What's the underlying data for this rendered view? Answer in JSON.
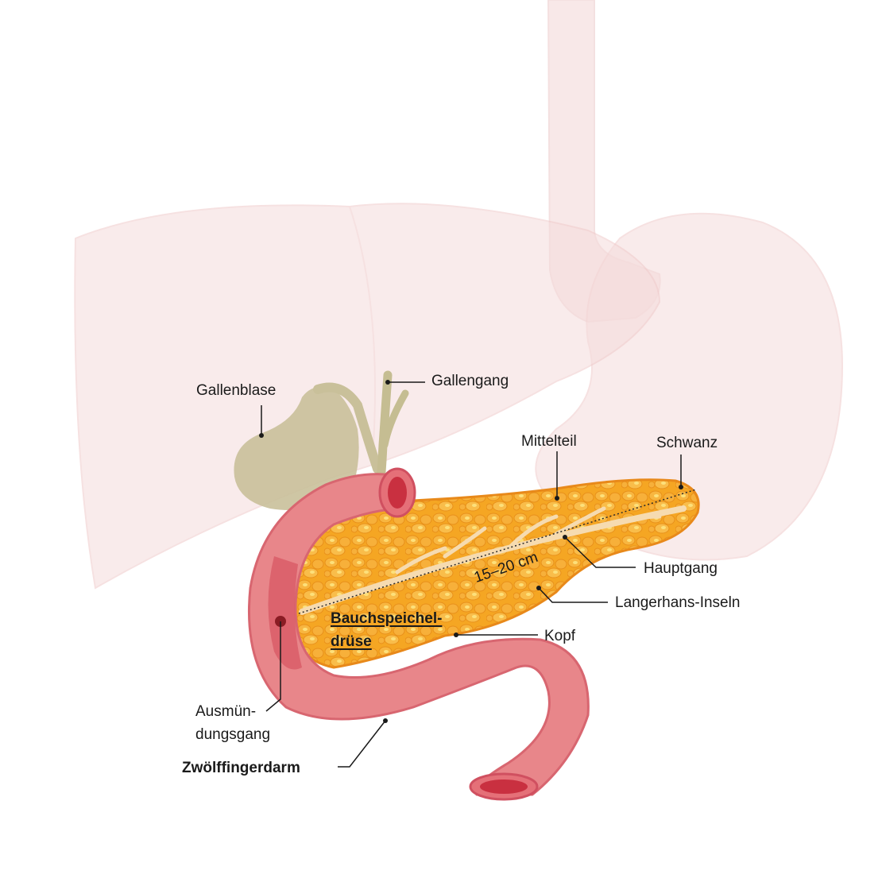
{
  "diagram": {
    "type": "anatomical illustration",
    "subject": "Bauchspeicheldrüse",
    "colors": {
      "background_organs": "#f5dcdc",
      "pancreas": "#f5a623",
      "pancreas_light": "#fcd060",
      "duodenum": "#e8868a",
      "duodenum_dark": "#cf4a55",
      "gallbladder": "#c9c09a",
      "duct": "#f6dbb0",
      "label_text": "#1a1a1a"
    },
    "measurement": "15–20 cm"
  },
  "labels": {
    "gallenblase": "Gallenblase",
    "gallengang": "Gallengang",
    "mittelteil": "Mittelteil",
    "schwanz": "Schwanz",
    "hauptgang": "Hauptgang",
    "langerhans": "Langerhans-Inseln",
    "kopf": "Kopf",
    "bauchspeichel_1": "Bauchspeichel-",
    "bauchspeichel_2": "drüse",
    "ausmuendung_1": "Ausmün-",
    "ausmuendung_2": "dungsgang",
    "zwoelffingerdarm": "Zwölffingerdarm"
  }
}
